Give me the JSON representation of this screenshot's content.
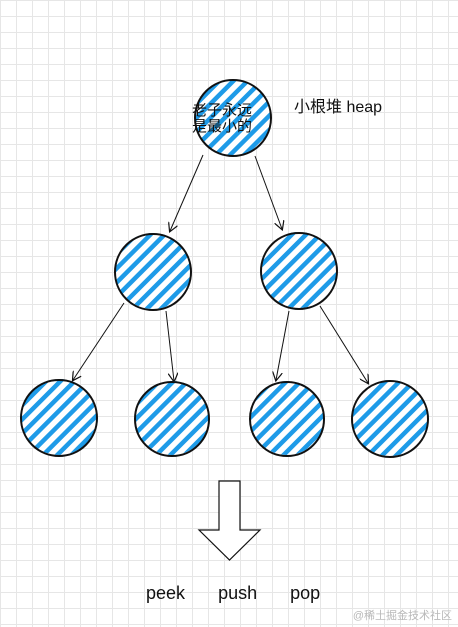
{
  "diagram": {
    "root_label_lines": [
      "老子永远",
      "是最小的"
    ],
    "title": "小根堆 heap",
    "operations": [
      "peek",
      "push",
      "pop"
    ],
    "watermark": "@稀土掘金技术社区",
    "colors": {
      "hatch": "#1e9be8",
      "stroke": "#111111"
    }
  }
}
